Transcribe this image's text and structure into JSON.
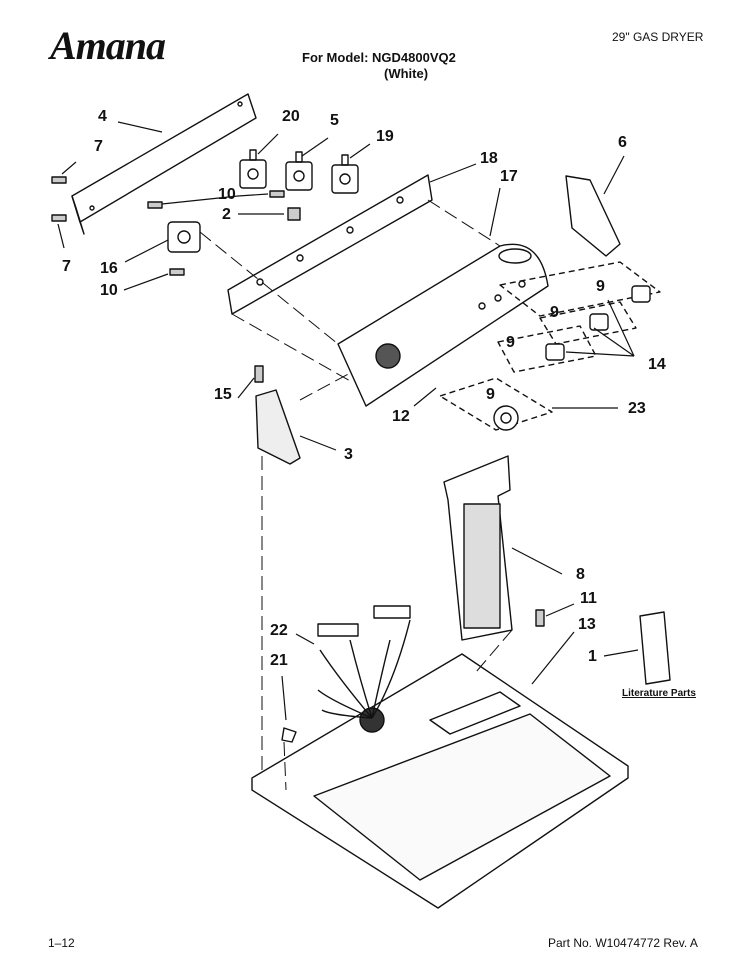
{
  "header": {
    "brand": "Amana",
    "product": "29\" GAS DRYER",
    "model_line": "For Model: NGD4800VQ2",
    "color_line": "(White)"
  },
  "footer": {
    "page": "1–12",
    "part_no": "Part No. W10474772 Rev. A"
  },
  "literature_label": "Literature Parts",
  "callouts": [
    {
      "id": "c4",
      "label": "4"
    },
    {
      "id": "c7a",
      "label": "7"
    },
    {
      "id": "c7b",
      "label": "7"
    },
    {
      "id": "c20",
      "label": "20"
    },
    {
      "id": "c5",
      "label": "5"
    },
    {
      "id": "c19",
      "label": "19"
    },
    {
      "id": "c10a",
      "label": "10"
    },
    {
      "id": "c10b",
      "label": "10"
    },
    {
      "id": "c2",
      "label": "2"
    },
    {
      "id": "c16",
      "label": "16"
    },
    {
      "id": "c18",
      "label": "18"
    },
    {
      "id": "c17",
      "label": "17"
    },
    {
      "id": "c6",
      "label": "6"
    },
    {
      "id": "c9a",
      "label": "9"
    },
    {
      "id": "c9b",
      "label": "9"
    },
    {
      "id": "c9c",
      "label": "9"
    },
    {
      "id": "c9d",
      "label": "9"
    },
    {
      "id": "c14",
      "label": "14"
    },
    {
      "id": "c15",
      "label": "15"
    },
    {
      "id": "c12",
      "label": "12"
    },
    {
      "id": "c23",
      "label": "23"
    },
    {
      "id": "c3",
      "label": "3"
    },
    {
      "id": "c8",
      "label": "8"
    },
    {
      "id": "c11",
      "label": "11"
    },
    {
      "id": "c13",
      "label": "13"
    },
    {
      "id": "c22",
      "label": "22"
    },
    {
      "id": "c21",
      "label": "21"
    },
    {
      "id": "c1",
      "label": "1"
    }
  ]
}
